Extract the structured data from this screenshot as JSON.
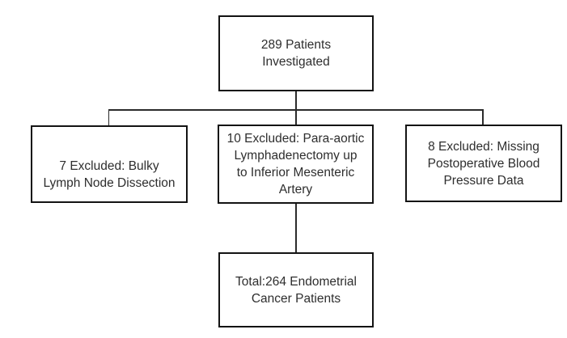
{
  "diagram": {
    "type": "flowchart",
    "colors": {
      "background": "#ffffff",
      "box_border": "#131313",
      "connector_line": "#2b2b2b",
      "text": "#2e2e2e"
    },
    "nodes": {
      "investigated": {
        "count": 289,
        "lines": [
          "289 Patients",
          "Investigated"
        ]
      },
      "excluded_bulky": {
        "count": 7,
        "lines": [
          "7 Excluded: Bulky",
          "Lymph Node Dissection"
        ]
      },
      "excluded_paraaortic": {
        "count": 10,
        "lines": [
          "10 Excluded: Para-aortic",
          "Lymphadenectomy up",
          "to Inferior Mesenteric",
          "Artery"
        ]
      },
      "excluded_missing_bp": {
        "count": 8,
        "lines": [
          "8 Excluded: Missing",
          "Postoperative Blood",
          "Pressure Data"
        ]
      },
      "total": {
        "count": 264,
        "lines": [
          "Total:264 Endometrial",
          "Cancer Patients"
        ]
      }
    },
    "edges": [
      {
        "from": "investigated",
        "to": "excluded_bulky"
      },
      {
        "from": "investigated",
        "to": "excluded_paraaortic"
      },
      {
        "from": "investigated",
        "to": "excluded_missing_bp"
      },
      {
        "from": "excluded_paraaortic",
        "to": "total"
      }
    ]
  }
}
